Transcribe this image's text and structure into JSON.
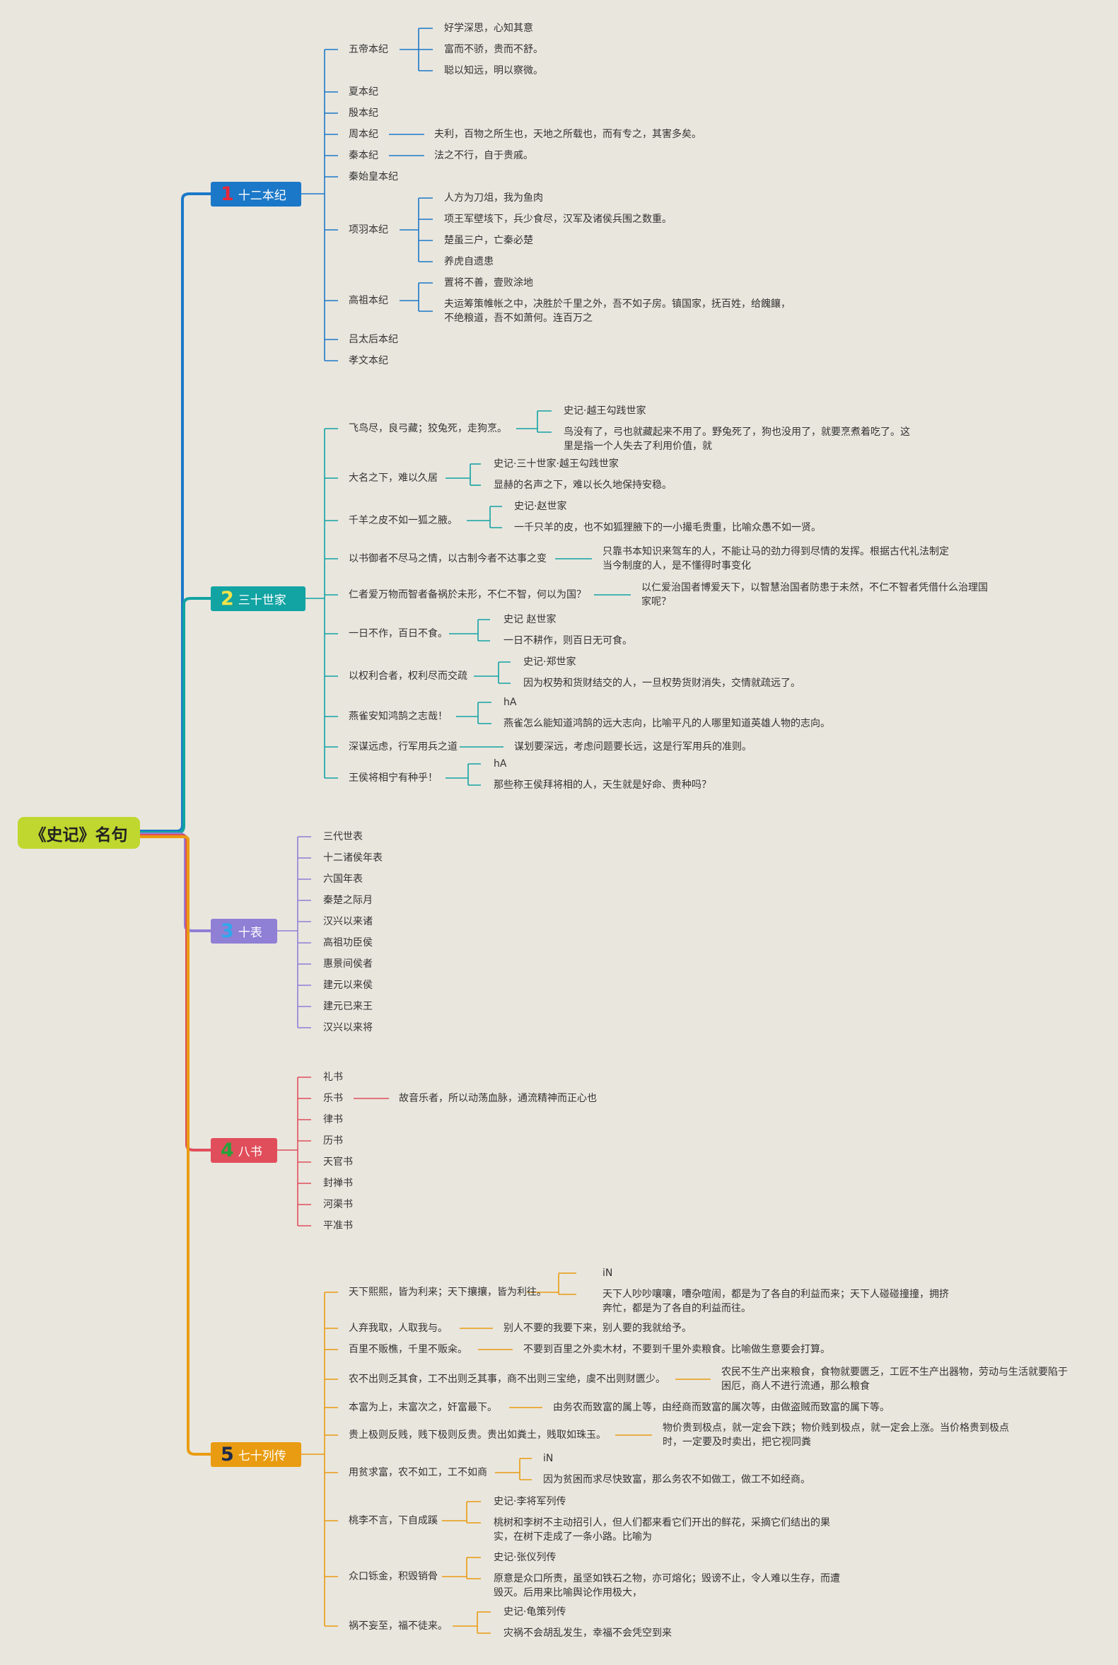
{
  "root": "《史记》名句",
  "sections": [
    {
      "id": "s1",
      "num": "1",
      "title": "十二本纪",
      "color": "#1b78c8",
      "num_color": "#e8273a"
    },
    {
      "id": "s2",
      "num": "2",
      "title": "三十世家",
      "color": "#12a3a3",
      "num_color": "#f3e34a"
    },
    {
      "id": "s3",
      "num": "3",
      "title": "十表",
      "color": "#8f7fd5",
      "num_color": "#2fa8ec"
    },
    {
      "id": "s4",
      "num": "4",
      "title": "八书",
      "color": "#e04e5b",
      "num_color": "#27a23b"
    },
    {
      "id": "s5",
      "num": "5",
      "title": "七十列传",
      "color": "#e99c11",
      "num_color": "#1c2a4d"
    }
  ],
  "benji": {
    "wudi": {
      "label": "五帝本纪",
      "quotes": [
        "好学深思，心知其意",
        "富而不骄，贵而不舒。",
        "聪以知远，明以察微。"
      ]
    },
    "xia": "夏本纪",
    "yin": "殷本纪",
    "zhou": {
      "label": "周本纪",
      "quote": "夫利，百物之所生也，天地之所载也，而有专之，其害多矣。"
    },
    "qin": {
      "label": "秦本纪",
      "quote": "法之不行，自于贵戚。"
    },
    "qinshihuang": "秦始皇本纪",
    "xiangyu": {
      "label": "项羽本纪",
      "quotes": [
        "人方为刀俎，我为鱼肉",
        "项王军壁垓下，兵少食尽，汉军及诸侯兵围之数重。",
        "楚虽三户，亡秦必楚",
        "养虎自遗患"
      ]
    },
    "gaozu": {
      "label": "高祖本纪",
      "q1": "置将不善，壹败涂地",
      "q2a": "夫运筹策帷帐之中，决胜於千里之外，吾不如子房。镇国家，抚百姓，给餽饟，",
      "q2b": "不绝粮道，吾不如萧何。连百万之"
    },
    "lvtaihou": "吕太后本纪",
    "xiaowen": "孝文本纪"
  },
  "shijia": [
    {
      "label": "飞鸟尽，良弓藏；狡兔死，走狗烹。",
      "src": "史记·越王勾践世家",
      "e1": "鸟没有了，弓也就藏起来不用了。野兔死了，狗也没用了，就要烹煮着吃了。这",
      "e2": "里是指一个人失去了利用价值，就"
    },
    {
      "label": "大名之下，难以久居",
      "src": "史记·三十世家·越王勾践世家",
      "e1": "显赫的名声之下，难以长久地保持安稳。"
    },
    {
      "label": "千羊之皮不如一狐之腋。",
      "src": "史记·赵世家",
      "e1": "一千只羊的皮，也不如狐狸腋下的一小撮毛贵重，比喻众愚不如一贤。"
    },
    {
      "label": "以书御者不尽马之情，以古制今者不达事之变",
      "e1": "只靠书本知识来驾车的人，不能让马的劲力得到尽情的发挥。根据古代礼法制定",
      "e2": "当今制度的人，是不懂得时事变化"
    },
    {
      "label": "仁者爱万物而智者备祸於未形，不仁不智，何以为国？",
      "e1": "以仁爱治国者博爱天下，以智慧治国者防患于未然，不仁不智者凭借什么治理国",
      "e2": "家呢？"
    },
    {
      "label": "一日不作，百日不食。",
      "src": "史记 赵世家",
      "e1": "一日不耕作，则百日无可食。"
    },
    {
      "label": "以权利合者，权利尽而交疏",
      "src": "史记·郑世家",
      "e1": "因为权势和货财结交的人，一旦权势货财消失，交情就疏远了。"
    },
    {
      "label": "燕雀安知鸿鹄之志哉！",
      "src": "hA",
      "e1": "燕雀怎么能知道鸿鹄的远大志向，比喻平凡的人哪里知道英雄人物的志向。"
    },
    {
      "label": "深谋远虑，行军用兵之道",
      "e1": "谋划要深远，考虑问题要长远，这是行军用兵的准则。"
    },
    {
      "label": "王侯将相宁有种乎！",
      "src": "hA",
      "e1": "那些称王侯拜将相的人，天生就是好命、贵种吗？"
    }
  ],
  "biao": [
    "三代世表",
    "十二诸侯年表",
    "六国年表",
    "秦楚之际月",
    "汉兴以来诸",
    "高祖功臣侯",
    "惠景间侯者",
    "建元以来侯",
    "建元已来王",
    "汉兴以来将"
  ],
  "shu": {
    "items": [
      "礼书",
      "乐书",
      "律书",
      "历书",
      "天官书",
      "封禅书",
      "河渠书",
      "平准书"
    ],
    "yue_quote": "故音乐者，所以动荡血脉，通流精神而正心也"
  },
  "liezhuan": [
    {
      "label": "天下熙熙，皆为利来；天下攘攘，皆为利往。",
      "src": "iN",
      "e1": "天下人吵吵嚷嚷，嘈杂喧闹，都是为了各自的利益而来；天下人碰碰撞撞，拥挤",
      "e2": "奔忙，都是为了各自的利益而往。"
    },
    {
      "label": "人弃我取，人取我与。",
      "e1": "别人不要的我要下来，别人要的我就给予。"
    },
    {
      "label": "百里不贩樵，千里不贩籴。",
      "e1": "不要到百里之外卖木材，不要到千里外卖粮食。比喻做生意要会打算。"
    },
    {
      "label": "农不出则乏其食，工不出则乏其事，商不出则三宝绝，虞不出则财匮少。",
      "e1": "农民不生产出来粮食，食物就要匮乏，工匠不生产出器物，劳动与生活就要陷于",
      "e2": "困厄，商人不进行流通，那么粮食"
    },
    {
      "label": "本富为上，末富次之，奸富最下。",
      "e1": "由务农而致富的属上等，由经商而致富的属次等，由做盗贼而致富的属下等。"
    },
    {
      "label": "贵上极则反贱，贱下极则反贵。贵出如粪土，贱取如珠玉。",
      "e1": "物价贵到极点，就一定会下跌；物价贱到极点，就一定会上涨。当价格贵到极点",
      "e2": "时，一定要及时卖出，把它视同粪"
    },
    {
      "label": "用贫求富，农不如工，工不如商",
      "src": "iN",
      "e1": "因为贫困而求尽快致富，那么务农不如做工，做工不如经商。"
    },
    {
      "label": "桃李不言，下自成蹊",
      "src": "史记·李将军列传",
      "e1": "桃树和李树不主动招引人，但人们都来看它们开出的鲜花，采摘它们结出的果",
      "e2": "实，在树下走成了一条小路。比喻为"
    },
    {
      "label": "众口铄金，积毁销骨",
      "src": "史记·张仪列传",
      "e1": "原意是众口所责，虽坚如铁石之物，亦可熔化；毁谤不止，令人难以生存，而遭",
      "e2": "毁灭。后用来比喻舆论作用极大，"
    },
    {
      "label": "祸不妄至，福不徒来。",
      "src": "史记·龟策列传",
      "e1": "灾祸不会胡乱发生，幸福不会凭空到来"
    }
  ]
}
